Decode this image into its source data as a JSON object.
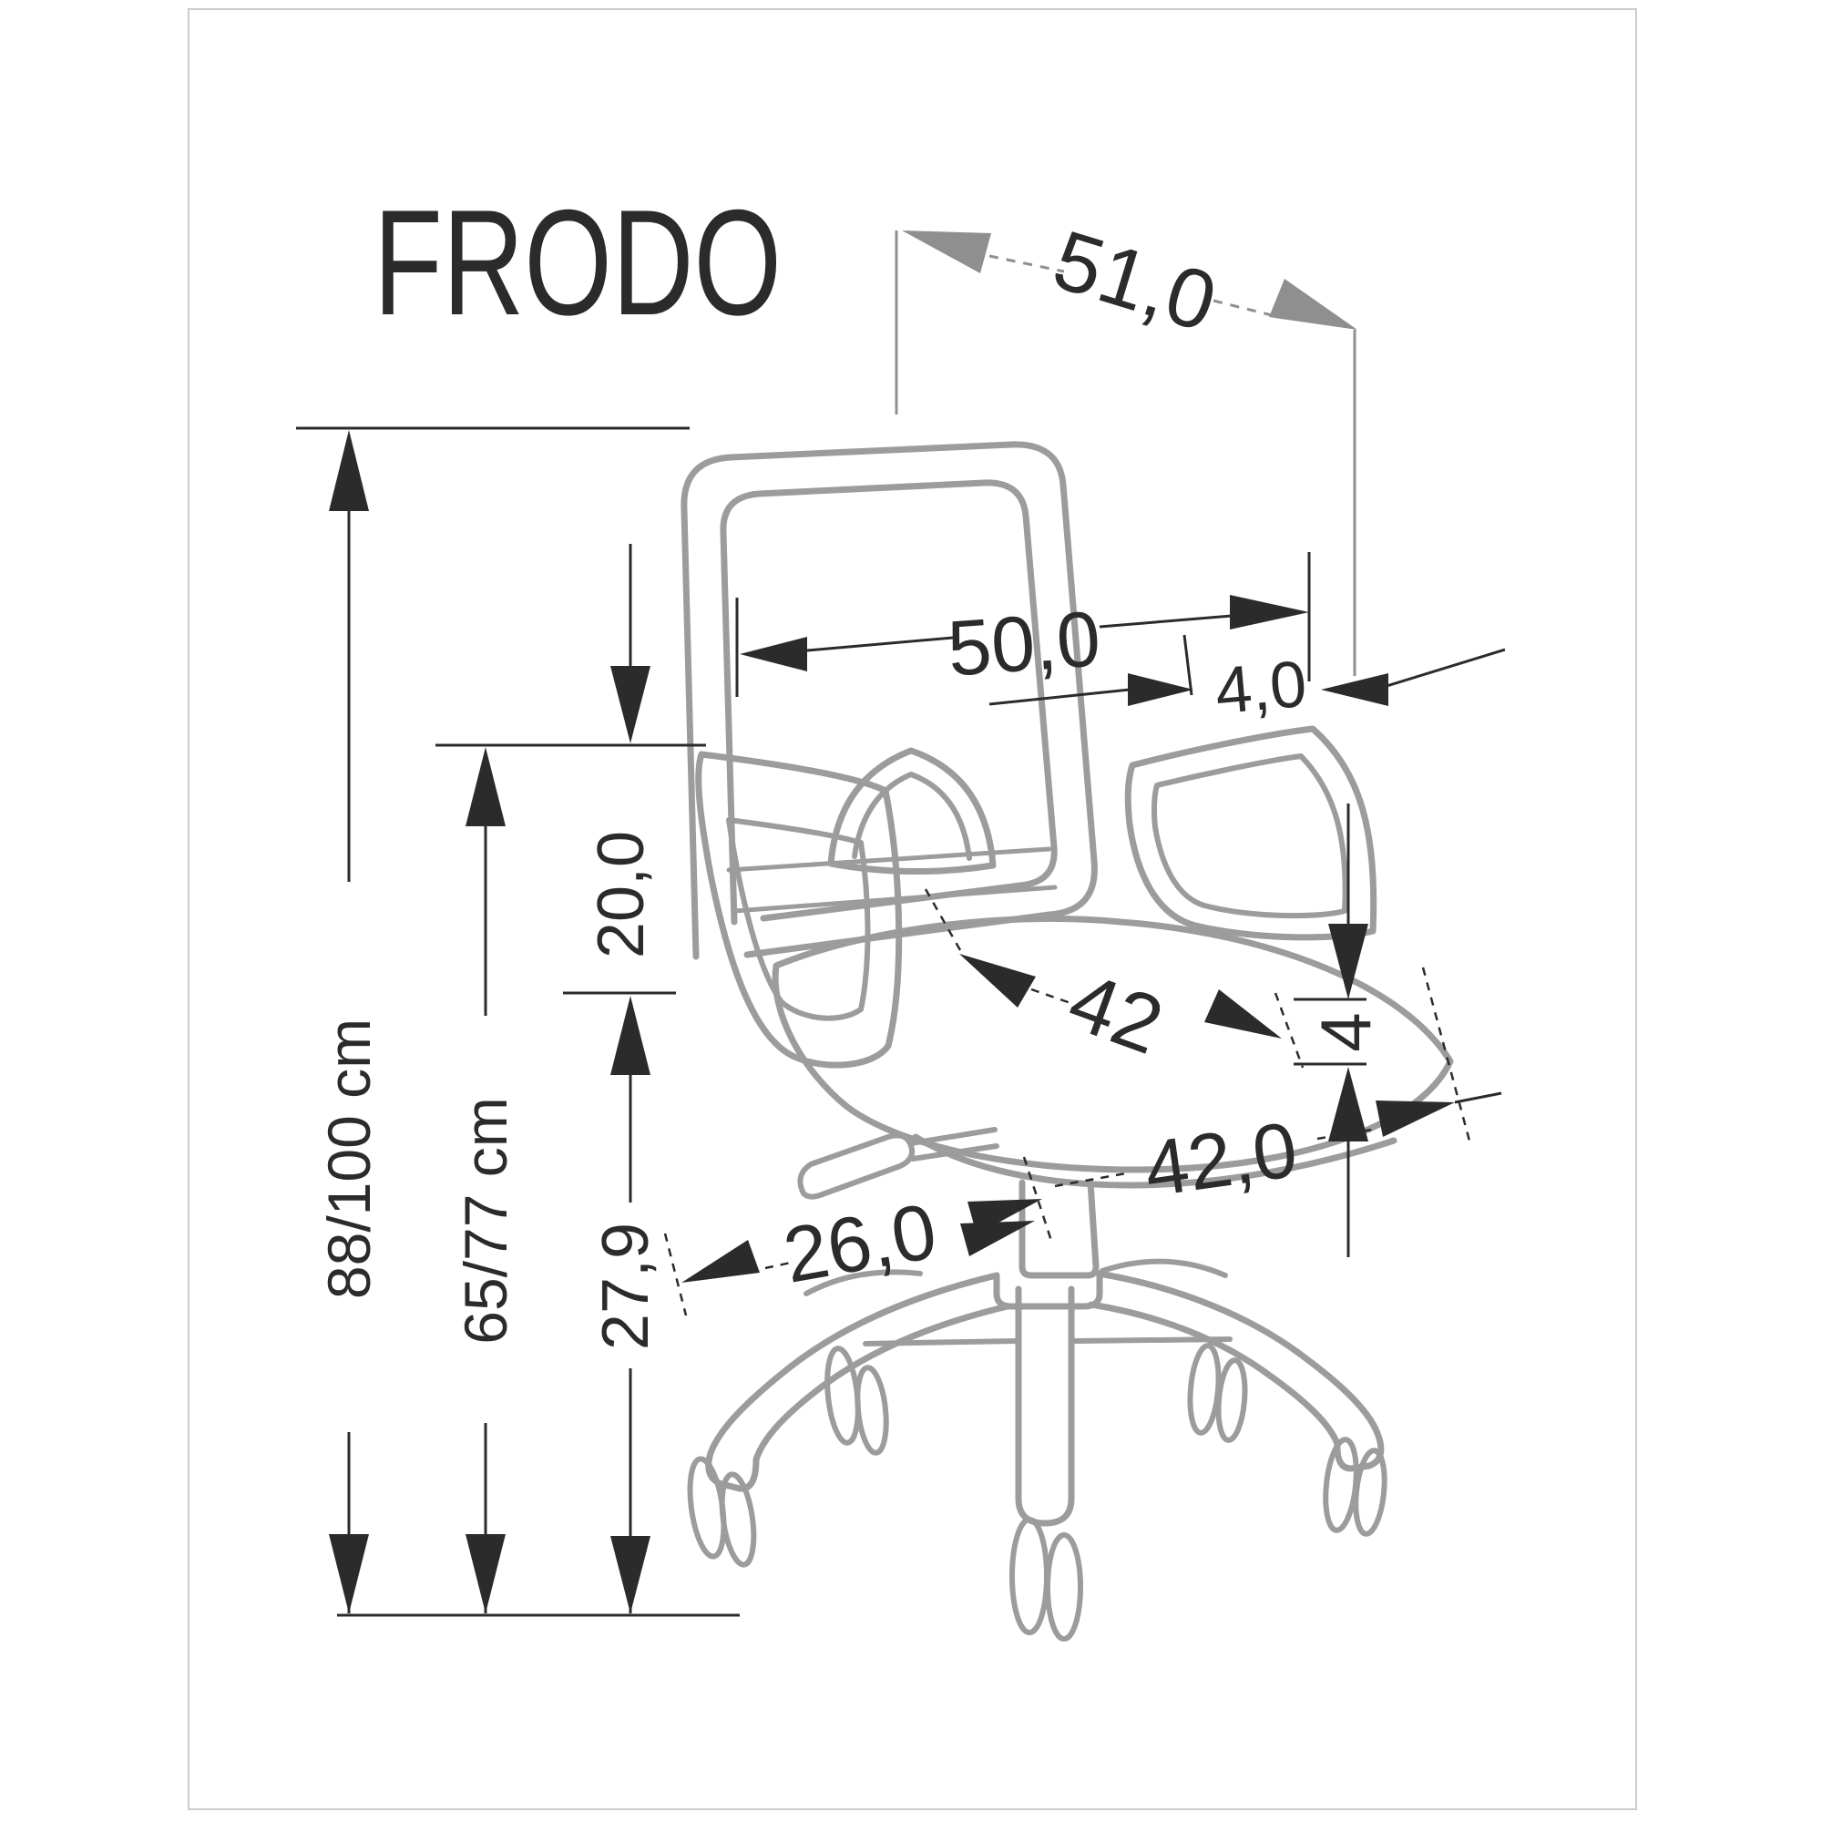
{
  "page": {
    "title": "FRODO",
    "type_note": "office chair dimension drawing"
  },
  "colors": {
    "background": "#ffffff",
    "page_border": "#cccccc",
    "dimension_line": "#2b2b2b",
    "chair_outline": "#9c9c9c",
    "depth_arrow_gray": "#8f8f8f"
  },
  "icons": {
    "dimension_arrowhead": "filled-triangle",
    "extension_tick": "thin-line"
  },
  "dimensions": {
    "depth": {
      "label": "51,0",
      "meaning": "overall depth, cm"
    },
    "backrest_width": {
      "label": "50,0",
      "meaning": "backrest width, cm"
    },
    "armrest_width": {
      "label": "4,0",
      "meaning": "armrest pad width, cm"
    },
    "backrest_above_armrest": {
      "label": "20,0",
      "meaning": "armrest to seat distance, cm"
    },
    "seat_depth": {
      "label": "42",
      "meaning": "seat depth, cm"
    },
    "seat_thickness": {
      "label": "4",
      "meaning": "seat cushion thickness, cm"
    },
    "seat_width": {
      "label": "42,0",
      "meaning": "seat width, cm"
    },
    "base_leg_length": {
      "label": "26,0",
      "meaning": "base leg length, cm"
    },
    "base_height": {
      "label": "27,9",
      "meaning": "height to seat underside, cm"
    },
    "total_height": {
      "label": "88/100 cm",
      "meaning": "overall height range"
    },
    "seat_height": {
      "label": "65/77 cm",
      "meaning": "armrest height range"
    }
  }
}
